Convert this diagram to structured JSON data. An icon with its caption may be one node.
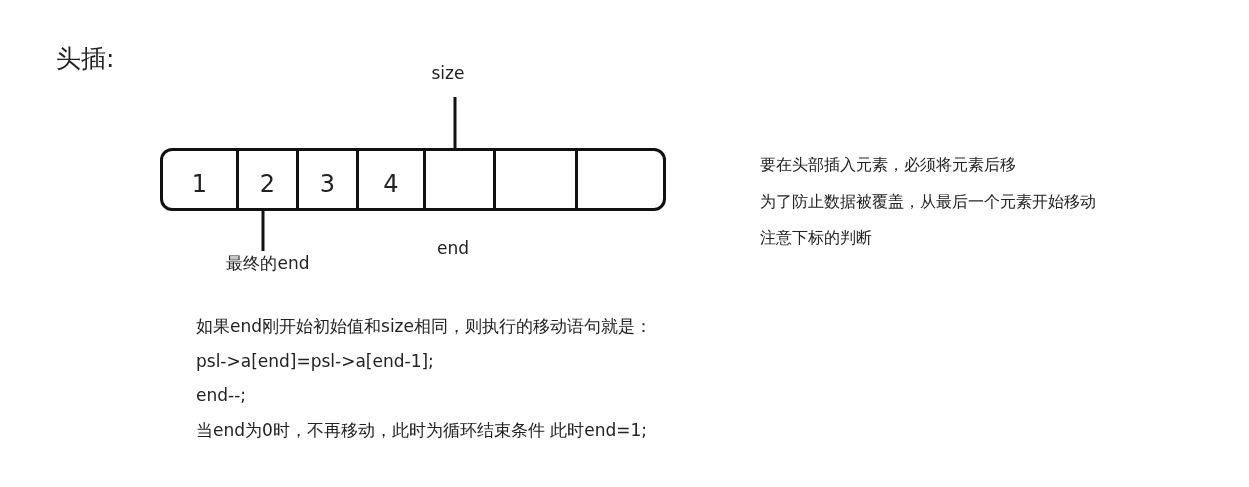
{
  "diagram": {
    "title": "头插:",
    "nodes": [
      {
        "text": [],
        "shape": "box"
      },
      {
        "text": [
          "1"
        ],
        "in": 0
      },
      {
        "text": [
          "2"
        ],
        "in": 0
      },
      {
        "text": [
          "3"
        ],
        "in": 0
      },
      {
        "text": [
          "4"
        ],
        "in": 0
      },
      {
        "text": [],
        "shape": "box",
        "in": 0
      },
      {
        "text": [],
        "shape": "box",
        "in": 0
      },
      {
        "text": [],
        "shape": "box",
        "in": 0
      },
      {
        "text": [
          "size"
        ]
      },
      {
        "text": [
          "最终的end"
        ]
      }
    ],
    "edges": [
      {
        "from": 8,
        "to": 5,
        "arrow": "none"
      },
      {
        "from": 9,
        "to": 2,
        "arrow": "none"
      }
    ],
    "labels": [
      "end",
      "要在头部插入元素，必须将元素后移",
      "为了防止数据被覆盖，从最后一个元素开始移动",
      "注意下标的判断",
      "如果end刚开始初始值和size相同，则执行的移动语句就是：",
      "psl->a[end]=psl->a[end-1];",
      "end--;",
      "当end为0时，不再移动，此时为循环结束条件  此时end=1;"
    ]
  }
}
